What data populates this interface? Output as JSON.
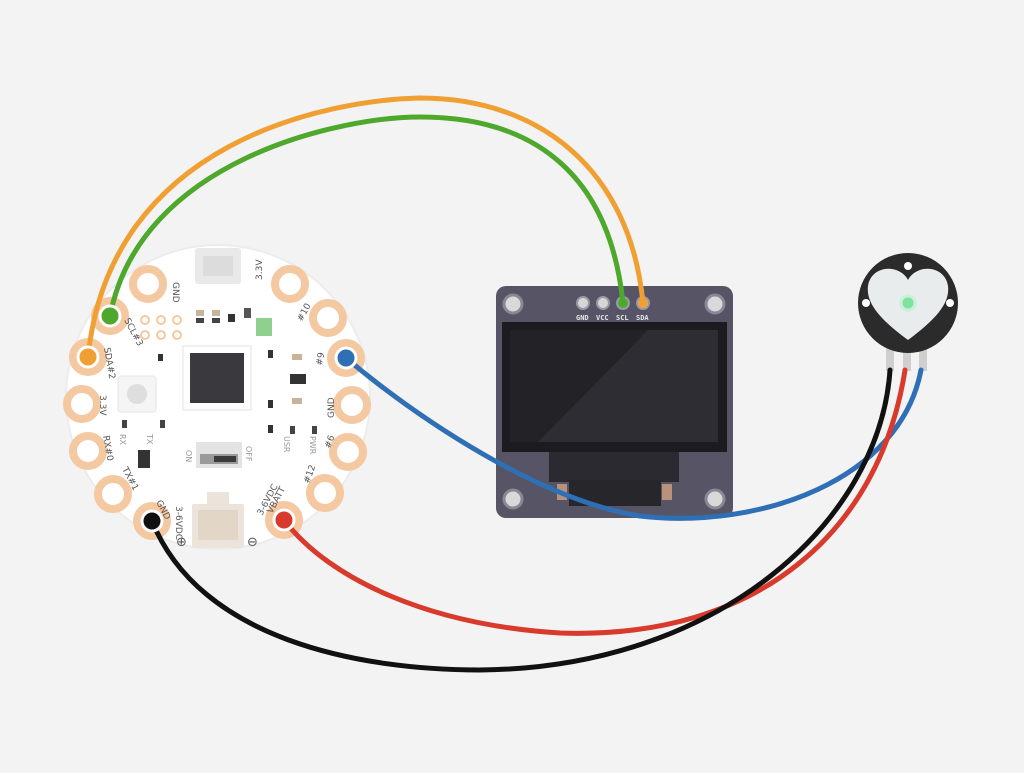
{
  "colors": {
    "background": "#f3f3f3",
    "board": "#ffffff",
    "pad": "#f4c8a0",
    "oled_pcb": "#565465",
    "oled_screen": "#2a2a30",
    "sensor": "#2b2b2b",
    "sensor_heart": "#e8ecec",
    "sensor_led": "#7ee3a0",
    "wire_orange": "#f0a033",
    "wire_green": "#4ea82c",
    "wire_blue": "#2f6fb5",
    "wire_red": "#d83a2c",
    "wire_black": "#111111"
  },
  "board": {
    "pads": {
      "gnd_top": "GND",
      "v33_top": "3.3V",
      "p10": "#10",
      "p9": "#9",
      "gnd_right": "GND",
      "p12": "#12",
      "p6": "#6",
      "vbatt": "VBATT",
      "vdc_right": "3-6VDC",
      "gnd_bottom": "GND",
      "vdc_bottom": "3-6VDC",
      "tx1": "TX#1",
      "rx0": "RX#0",
      "v33_left": "3.3V",
      "sda2": "SDA#2",
      "scl3": "SCL#3"
    },
    "small_labels": {
      "rx": "RX",
      "tx": "TX",
      "on": "ON",
      "off": "OFF",
      "usr": "USR",
      "pwr": "PWR"
    },
    "polarity": {
      "plus": "⊕",
      "minus": "⊖"
    }
  },
  "oled": {
    "pins": [
      "GND",
      "VCC",
      "SCL",
      "SDA"
    ]
  },
  "connections": [
    {
      "from": "SCL#3",
      "to": "SCL",
      "color": "green"
    },
    {
      "from": "SDA#2",
      "to": "SDA",
      "color": "orange"
    },
    {
      "from": "#9",
      "to": "pulse-sensor-signal",
      "color": "blue"
    },
    {
      "from": "VBATT",
      "to": "pulse-sensor-power",
      "color": "red"
    },
    {
      "from": "GND",
      "to": "pulse-sensor-ground",
      "color": "black"
    }
  ]
}
